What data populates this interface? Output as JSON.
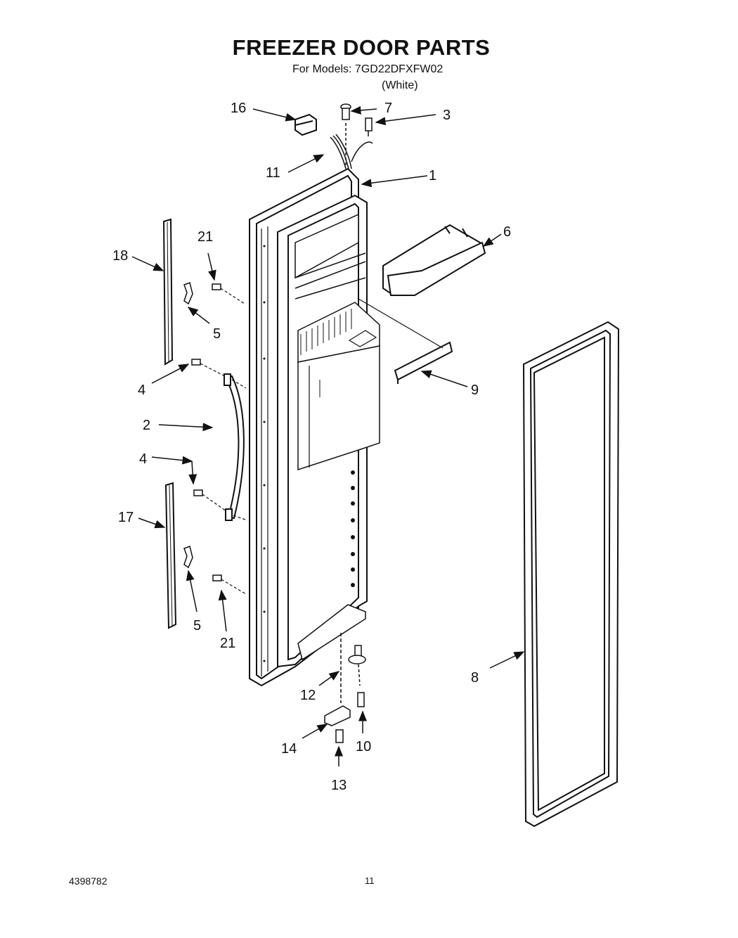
{
  "header": {
    "title": "FREEZER DOOR PARTS",
    "models": "For Models: 7GD22DFXFW02",
    "color": "(White)"
  },
  "callouts": {
    "c1": "1",
    "c2": "2",
    "c3": "3",
    "c4a": "4",
    "c4b": "4",
    "c5a": "5",
    "c5b": "5",
    "c6": "6",
    "c7": "7",
    "c8": "8",
    "c9": "9",
    "c10": "10",
    "c11": "11",
    "c12": "12",
    "c13": "13",
    "c14": "14",
    "c16": "16",
    "c17": "17",
    "c18": "18",
    "c21a": "21",
    "c21b": "21"
  },
  "footer": {
    "doc_number": "4398782",
    "page": "11"
  }
}
